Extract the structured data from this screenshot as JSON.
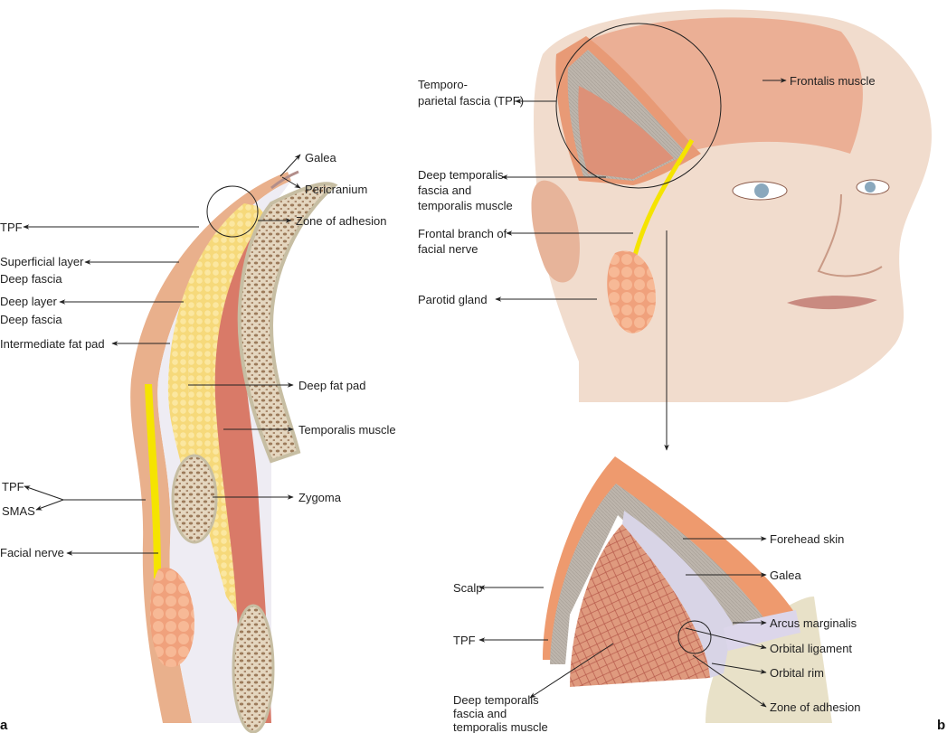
{
  "panel_a": {
    "letter": "a",
    "labels": {
      "galea": "Galea",
      "pericranium": "Pericranium",
      "zone_of_adhesion": "Zone of adhesion",
      "tpf": "TPF",
      "superficial_layer": [
        "Superficial layer",
        "Deep fascia"
      ],
      "deep_layer": [
        "Deep layer",
        "Deep fascia"
      ],
      "intermediate_fat_pad": "Intermediate fat pad",
      "deep_fat_pad": "Deep fat pad",
      "temporalis_muscle": "Temporalis muscle",
      "tpf_2": "TPF",
      "smas": "SMAS",
      "zygoma": "Zygoma",
      "facial_nerve": "Facial nerve"
    }
  },
  "panel_b": {
    "letter": "b",
    "labels": {
      "tpf": [
        "Temporo-",
        "parietal fascia (TPF)"
      ],
      "deep_temporalis": [
        "Deep temporalis",
        "fascia and",
        "temporalis muscle"
      ],
      "frontal_branch": [
        "Frontal branch of",
        "facial nerve"
      ],
      "parotid_gland": "Parotid gland",
      "frontalis_muscle": "Frontalis muscle",
      "forehead_skin": "Forehead skin",
      "galea": "Galea",
      "scalp": "Scalp",
      "arcus_marginalis": "Arcus marginalis",
      "tpf_detail": "TPF",
      "orbital_ligament": "Orbital ligament",
      "orbital_rim": "Orbital rim",
      "deep_temporalis_detail": [
        "Deep temporalis",
        "fascia and",
        "temporalis muscle"
      ],
      "zone_of_adhesion": "Zone of adhesion"
    }
  },
  "colors": {
    "skin": "#e9b08c",
    "fat": "#f6d97a",
    "muscle": "#d97a68",
    "bone": "#d9d0b6",
    "nerve": "#f5e400",
    "fascia": "#d8d4e6",
    "galea": "#b9b2aa",
    "face": "#f1dccd"
  }
}
